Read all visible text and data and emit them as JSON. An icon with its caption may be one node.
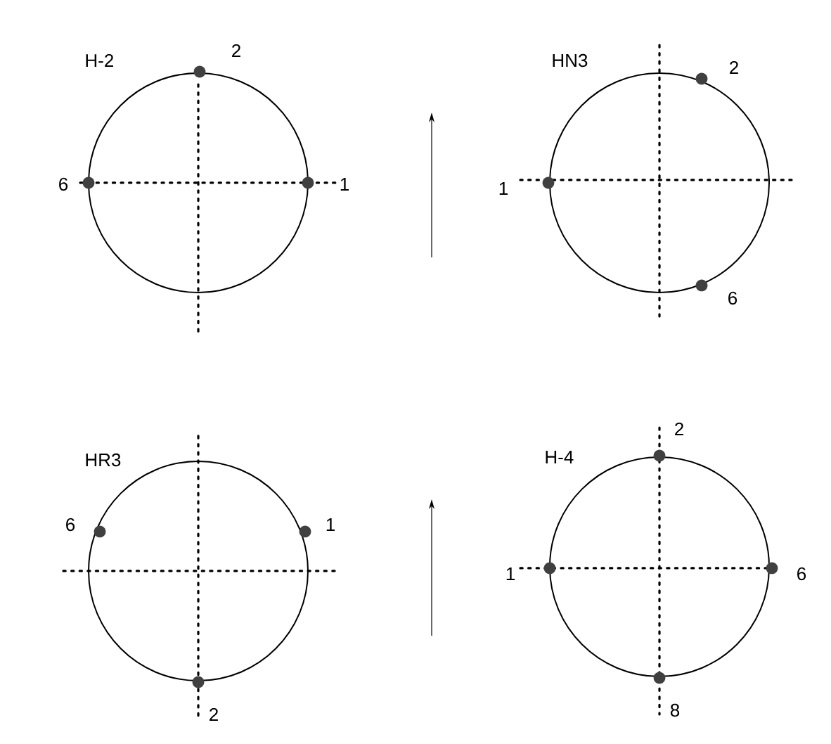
{
  "diagram": {
    "nodes": [
      {
        "text": [
          "H-2"
        ],
        "beside": [
          "2",
          "6",
          "1"
        ]
      },
      {
        "text": [
          "HN3"
        ],
        "beside": [
          "2",
          "1",
          "6"
        ]
      },
      {
        "text": [
          "HR3"
        ],
        "beside": [
          "6",
          "1",
          "2"
        ]
      },
      {
        "text": [
          "H-4"
        ],
        "beside": [
          "2",
          "1",
          "6",
          "8"
        ]
      }
    ]
  }
}
